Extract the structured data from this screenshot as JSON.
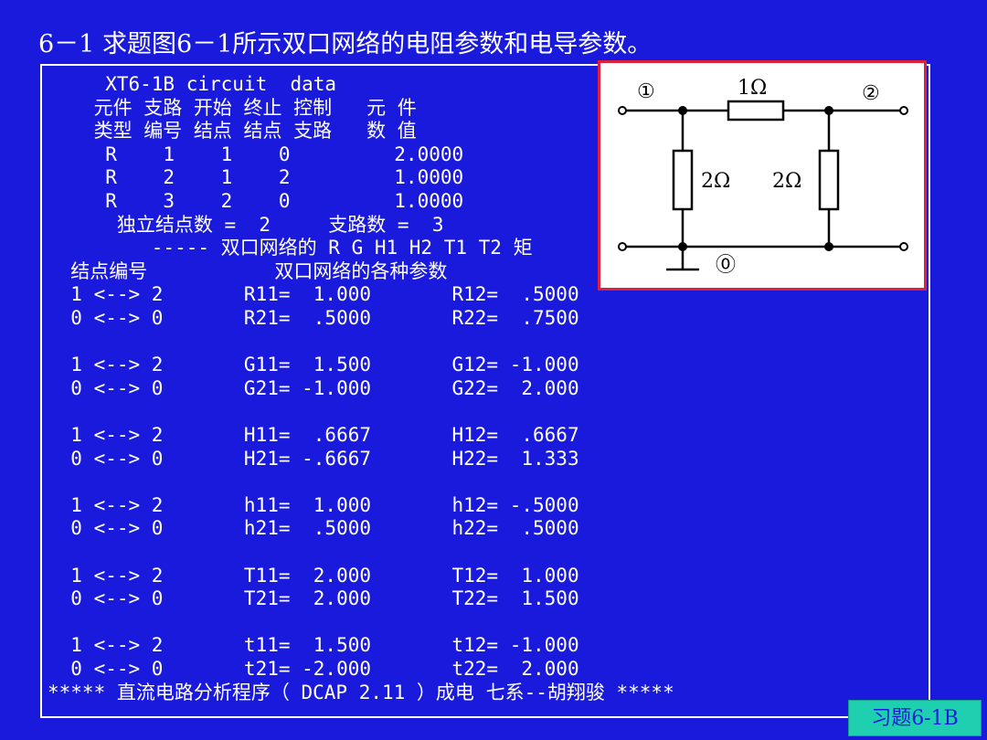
{
  "title": "6－1 求题图6－1所示双口网络的电阻参数和电导参数。",
  "lines": [
    "     XT6-1B circuit  data",
    "    元件 支路 开始 终止 控制   元 件",
    "    类型 编号 结点 结点 支路   数 值",
    "     R    1    1    0         2.0000",
    "     R    2    1    2         1.0000",
    "     R    3    2    0         1.0000",
    "      独立结点数 =  2     支路数 =  3",
    "         ----- 双口网络的 R G H1 H2 T1 T2 矩",
    "  结点编号           双口网络的各种参数",
    "  1 <--> 2       R11=  1.000       R12=  .5000",
    "  0 <--> 0       R21=  .5000       R22=  .7500",
    "",
    "  1 <--> 2       G11=  1.500       G12= -1.000",
    "  0 <--> 0       G21= -1.000       G22=  2.000",
    "",
    "  1 <--> 2       H11=  .6667       H12=  .6667",
    "  0 <--> 0       H21= -.6667       H22=  1.333",
    "",
    "  1 <--> 2       h11=  1.000       h12= -.5000",
    "  0 <--> 0       h21=  .5000       h22=  .5000",
    "",
    "  1 <--> 2       T11=  2.000       T12=  1.000",
    "  0 <--> 0       T21=  2.000       T22=  1.500",
    "",
    "  1 <--> 2       t11=  1.500       t12= -1.000",
    "  0 <--> 0       t21= -2.000       t22=  2.000",
    "***** 直流电路分析程序（ DCAP 2.11 ）成电 七系--胡翔骏 *****"
  ],
  "circuit": {
    "node1": "①",
    "node2": "②",
    "node0": "⓪",
    "r_series": "1Ω",
    "r_left": "2Ω",
    "r_right": "2Ω"
  },
  "tag": "习题6-1B"
}
